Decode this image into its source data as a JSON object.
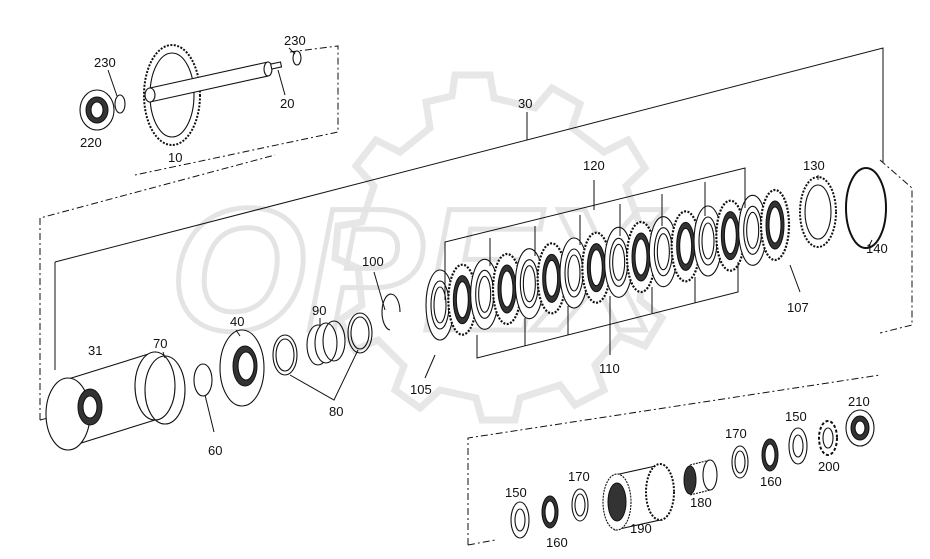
{
  "watermark": {
    "text": "OPEX"
  },
  "callouts": [
    {
      "id": "10",
      "text": "10"
    },
    {
      "id": "20",
      "text": "20"
    },
    {
      "id": "30",
      "text": "30"
    },
    {
      "id": "31",
      "text": "31"
    },
    {
      "id": "40",
      "text": "40"
    },
    {
      "id": "60",
      "text": "60"
    },
    {
      "id": "70",
      "text": "70"
    },
    {
      "id": "80",
      "text": "80"
    },
    {
      "id": "90",
      "text": "90"
    },
    {
      "id": "100",
      "text": "100"
    },
    {
      "id": "105",
      "text": "105"
    },
    {
      "id": "107",
      "text": "107"
    },
    {
      "id": "110",
      "text": "110"
    },
    {
      "id": "120",
      "text": "120"
    },
    {
      "id": "130",
      "text": "130"
    },
    {
      "id": "140",
      "text": "140"
    },
    {
      "id": "150a",
      "text": "150"
    },
    {
      "id": "150b",
      "text": "150"
    },
    {
      "id": "160a",
      "text": "160"
    },
    {
      "id": "160b",
      "text": "160"
    },
    {
      "id": "170a",
      "text": "170"
    },
    {
      "id": "170b",
      "text": "170"
    },
    {
      "id": "180",
      "text": "180"
    },
    {
      "id": "190",
      "text": "190"
    },
    {
      "id": "200",
      "text": "200"
    },
    {
      "id": "210",
      "text": "210"
    },
    {
      "id": "220",
      "text": "220"
    },
    {
      "id": "230a",
      "text": "230"
    },
    {
      "id": "230b",
      "text": "230"
    }
  ]
}
